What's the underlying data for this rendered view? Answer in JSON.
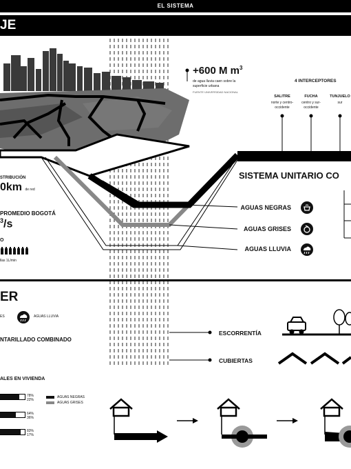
{
  "header": {
    "sistema_label": "EL SISTEMA",
    "section_title_fragment": "JE"
  },
  "rain_stat": {
    "value": "+600 M m",
    "superscript": "3",
    "description": "de agua lluvia caen sobre la superficie urbana",
    "source": "FUENTE UNIVERSIDAD NACIONAL"
  },
  "interceptors": {
    "title": "4 INTERCEPTORES",
    "items": [
      {
        "name": "SALITRE",
        "desc": "norte y centro-occidente"
      },
      {
        "name": "FUCHA",
        "desc": "centro y sur-occidente"
      },
      {
        "name": "TUNJUELO",
        "desc": "sur"
      }
    ]
  },
  "left_stats": {
    "distribution_label": "STRIBUCIÓN",
    "distribution_value": "0km",
    "distribution_unit": "de red",
    "average_label": "PROMEDIO BOGOTÁ",
    "average_unit": "/s",
    "average_sup": "3",
    "bottles_label": "O",
    "bottles_caption": "llas 1L/min"
  },
  "unitary": {
    "title": "SISTEMA UNITARIO CO",
    "items": [
      {
        "label": "AGUAS NEGRAS",
        "icon": "black-water-icon"
      },
      {
        "label": "AGUAS GRISES",
        "icon": "grey-water-icon"
      },
      {
        "label": "AGUAS LLUVIA",
        "icon": "rain-cloud-icon"
      }
    ]
  },
  "lower": {
    "title_fragment": "ER",
    "legend_left": "ES",
    "legend_rain": "AGUAS LLUVIA",
    "combined_sewer": "NTARILLADO COMBINADO",
    "runoff": "ESCORRENTÍA",
    "roofs": "CUBIERTAS",
    "household_title": "ALES EN VIVIENDA",
    "household_legend": [
      "AGUAS NEGRAS",
      "AGUAS GRISES"
    ],
    "bars": [
      {
        "top": "78%",
        "bottom": "22%",
        "black_share": 0.78
      },
      {
        "top": "64%",
        "bottom": "36%",
        "black_share": 0.64
      },
      {
        "top": "83%",
        "bottom": "17%",
        "black_share": 0.83
      }
    ]
  },
  "colors": {
    "black": "#111111",
    "grey": "#888888",
    "light_grey": "#bbbbbb"
  }
}
